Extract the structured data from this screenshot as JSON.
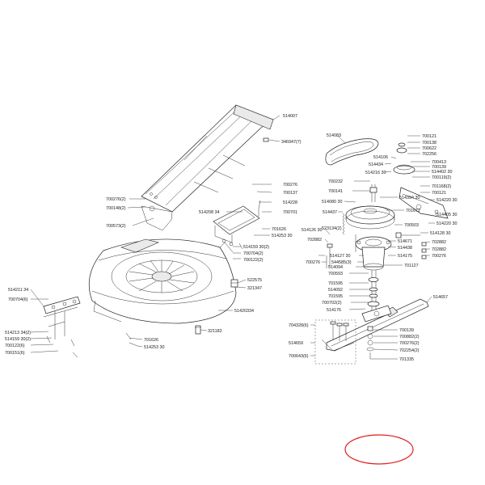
{
  "labels": [
    {
      "id": "lbl-514007",
      "text": "514007"
    },
    {
      "id": "lbl-346947",
      "text": "346947(7)"
    },
    {
      "id": "lbl-700276a",
      "text": "700276(2)"
    },
    {
      "id": "lbl-700148",
      "text": "700148(2)"
    },
    {
      "id": "lbl-700573",
      "text": "700573(2)"
    },
    {
      "id": "lbl-700276b",
      "text": "700276"
    },
    {
      "id": "lbl-700137",
      "text": "700137"
    },
    {
      "id": "lbl-514228",
      "text": "514228"
    },
    {
      "id": "lbl-700701",
      "text": "700701"
    },
    {
      "id": "lbl-514208",
      "text": "514208 34"
    },
    {
      "id": "lbl-701626a",
      "text": "701626"
    },
    {
      "id": "lbl-514253a",
      "text": "514253 30"
    },
    {
      "id": "lbl-514159a",
      "text": "514159 30(2)"
    },
    {
      "id": "lbl-700704a",
      "text": "700704(2)"
    },
    {
      "id": "lbl-700122a",
      "text": "700122(2)"
    },
    {
      "id": "lbl-514211",
      "text": "514211 34"
    },
    {
      "id": "lbl-700704b",
      "text": "700704(6)"
    },
    {
      "id": "lbl-514213",
      "text": "514213 34(2)"
    },
    {
      "id": "lbl-514159b",
      "text": "514159 30(2)"
    },
    {
      "id": "lbl-700122b",
      "text": "700122(6)"
    },
    {
      "id": "lbl-700151",
      "text": "700151(6)"
    },
    {
      "id": "lbl-522575",
      "text": "522575"
    },
    {
      "id": "lbl-321347",
      "text": "321347"
    },
    {
      "id": "lbl-514203",
      "text": "51420334"
    },
    {
      "id": "lbl-321182",
      "text": "321182"
    },
    {
      "id": "lbl-701626b",
      "text": "701626"
    },
    {
      "id": "lbl-514253b",
      "text": "514253 30"
    },
    {
      "id": "lbl-514083",
      "text": "514083"
    },
    {
      "id": "lbl-700121a",
      "text": "700121"
    },
    {
      "id": "lbl-700138",
      "text": "700138"
    },
    {
      "id": "lbl-700622",
      "text": "700622"
    },
    {
      "id": "lbl-702256",
      "text": "702256"
    },
    {
      "id": "lbl-514106",
      "text": "514106"
    },
    {
      "id": "lbl-700413",
      "text": "700413"
    },
    {
      "id": "lbl-514434",
      "text": "514434"
    },
    {
      "id": "lbl-700139a",
      "text": "700139"
    },
    {
      "id": "lbl-514402",
      "text": "514402 30"
    },
    {
      "id": "lbl-514216",
      "text": "514216 30"
    },
    {
      "id": "lbl-700119",
      "text": "700119(2)"
    },
    {
      "id": "lbl-700232",
      "text": "700232"
    },
    {
      "id": "lbl-701168",
      "text": "701168(2)"
    },
    {
      "id": "lbl-700141",
      "text": "700141"
    },
    {
      "id": "lbl-700121b",
      "text": "700121"
    },
    {
      "id": "lbl-514394",
      "text": "514394 30"
    },
    {
      "id": "lbl-514220a",
      "text": "514220 30"
    },
    {
      "id": "lbl-514080",
      "text": "514080 30"
    },
    {
      "id": "lbl-701672",
      "text": "701672"
    },
    {
      "id": "lbl-514437",
      "text": "514437"
    },
    {
      "id": "lbl-514405",
      "text": "514405 30"
    },
    {
      "id": "lbl-523134",
      "text": "523134(2)"
    },
    {
      "id": "lbl-514220b",
      "text": "514220 30"
    },
    {
      "id": "lbl-700503",
      "text": "700503"
    },
    {
      "id": "lbl-514126",
      "text": "514126 30"
    },
    {
      "id": "lbl-514128",
      "text": "514128 30"
    },
    {
      "id": "lbl-702882a",
      "text": "702882"
    },
    {
      "id": "lbl-514671",
      "text": "514671"
    },
    {
      "id": "lbl-702882b",
      "text": "702882"
    },
    {
      "id": "lbl-514438",
      "text": "514438"
    },
    {
      "id": "lbl-702882c",
      "text": "702882"
    },
    {
      "id": "lbl-514127",
      "text": "514127 30"
    },
    {
      "id": "lbl-514175",
      "text": "514175"
    },
    {
      "id": "lbl-700276c",
      "text": "700276"
    },
    {
      "id": "lbl-700276d",
      "text": "700276"
    },
    {
      "id": "lbl-544585",
      "text": "544585(3)"
    },
    {
      "id": "lbl-701127",
      "text": "701127"
    },
    {
      "id": "lbl-514094",
      "text": "514094"
    },
    {
      "id": "lbl-700593",
      "text": "700593"
    },
    {
      "id": "lbl-701595a",
      "text": "701595"
    },
    {
      "id": "lbl-514092",
      "text": "514092"
    },
    {
      "id": "lbl-701595b",
      "text": "701595"
    },
    {
      "id": "lbl-514657",
      "text": "514657"
    },
    {
      "id": "lbl-700702",
      "text": "700702(2)"
    },
    {
      "id": "lbl-514176",
      "text": "514176"
    },
    {
      "id": "lbl-704328",
      "text": "704328(6)"
    },
    {
      "id": "lbl-700139b",
      "text": "700139"
    },
    {
      "id": "lbl-514659",
      "text": "514659"
    },
    {
      "id": "lbl-700882",
      "text": "700882(2)"
    },
    {
      "id": "lbl-700276e",
      "text": "700276(2)"
    },
    {
      "id": "lbl-702254",
      "text": "702254(2)"
    },
    {
      "id": "lbl-700643",
      "text": "700643(6)"
    },
    {
      "id": "lbl-701335",
      "text": "701335"
    }
  ]
}
